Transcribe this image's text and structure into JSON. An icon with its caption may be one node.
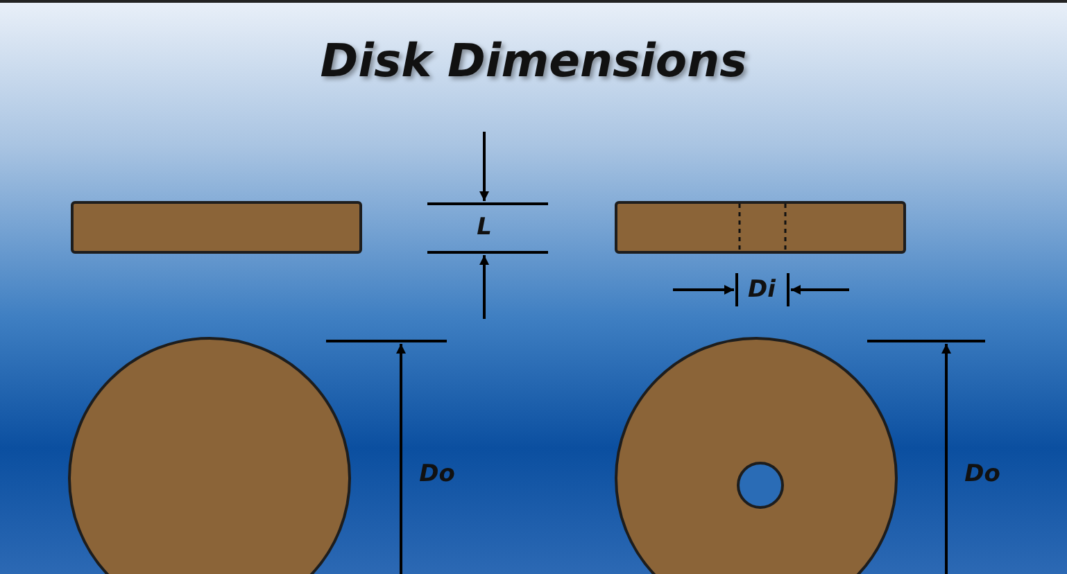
{
  "diagram": {
    "title": "Disk Dimensions",
    "labels": [
      "L",
      "Di",
      "Do",
      "Do"
    ]
  }
}
